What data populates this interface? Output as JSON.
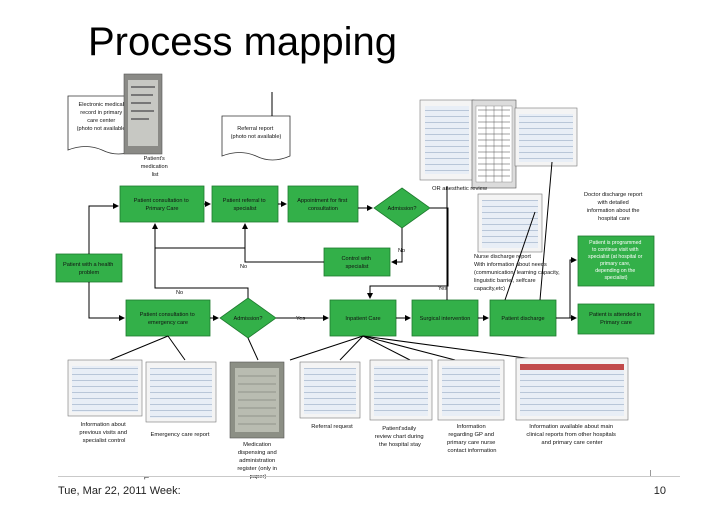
{
  "slide": {
    "title": "Process mapping",
    "footer_date": "Tue, Mar 22, 2011 Week:",
    "page_number": "10"
  },
  "diagram": {
    "docs_top": {
      "emr": [
        "Electronic medical",
        "record in primary",
        "care center",
        "(photo not available)"
      ],
      "referral": [
        "Referral report",
        "(photo not available)"
      ],
      "med_list": [
        "Patient's",
        "medication",
        "list"
      ]
    },
    "boxes": {
      "consult_primary": [
        "Patient consultation to",
        "Primary Care"
      ],
      "referral_specialist": [
        "Patient referral to",
        "specialist"
      ],
      "appointment": [
        "Appointment for first",
        "consultation"
      ],
      "admission_top": "Admission?",
      "control_specialist": [
        "Control with",
        "specialist"
      ],
      "health_problem": [
        "Patient with a health",
        "problem"
      ],
      "consult_emergency": [
        "Patient consultation to",
        "emergency care"
      ],
      "admission_bottom": "Admission?",
      "inpatient": "Inpatient Care",
      "surgical": "Surgical intervention",
      "discharge": "Patient discharge",
      "programmed": [
        "Patient is programmed",
        "to continue visit with",
        "specialist (at hospital or",
        "primary care,",
        "depending on the",
        "specialist)"
      ],
      "attended": [
        "Patient is attended in",
        "Primary care"
      ]
    },
    "labels": {
      "no_top": "No",
      "no_mid": "No",
      "no_left": "No",
      "yes_right": "Yes",
      "yes_mid": "Yes",
      "or_anesthetic": "OR anesthetic review",
      "doctor_discharge": [
        "Doctor discharge report",
        "with detailed",
        "information about the",
        "hospital care"
      ],
      "nurse_discharge": [
        "Nurse discharge report",
        "With information about needs",
        "(communication, learning capacity,",
        "linguistic barrier, selfcare",
        "capacity,etc)"
      ]
    },
    "captions": {
      "previous_visits": [
        "Information about",
        "previous visits and",
        "specialist control"
      ],
      "emergency_report": "Emergency care report",
      "medication_register": [
        "Medication",
        "dispensing and",
        "administration",
        "register (only in",
        "paper)"
      ],
      "referral_request": "Referral request",
      "daily_review": [
        "Patient'sdaily",
        "review chart during",
        "the hospital stay"
      ],
      "gp_info": [
        "Information",
        "regarding GP and",
        "primary care nurse",
        "contact information"
      ],
      "main_reports": [
        "Information available about main",
        "clinical reports from other hospitals",
        "and primary care center"
      ]
    }
  },
  "colors": {
    "box_green": "#33b049",
    "box_border": "#1e7a2e",
    "arrow": "#000000"
  }
}
